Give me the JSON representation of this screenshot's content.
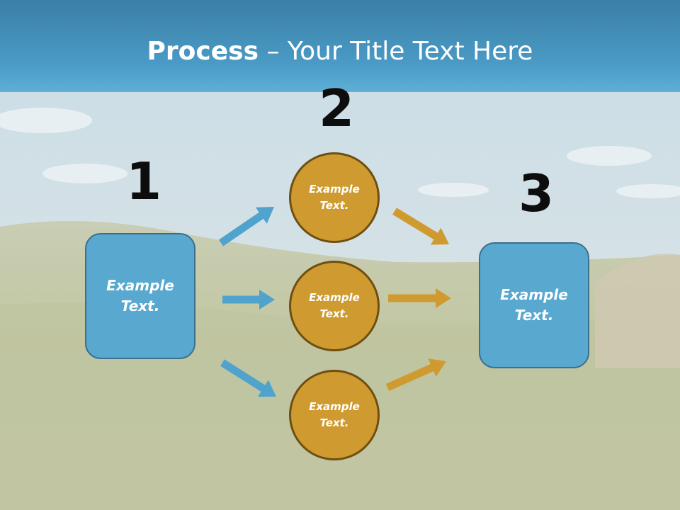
{
  "title": {
    "strong": "Process",
    "rest": " – Your Title Text Here"
  },
  "steps": {
    "one": {
      "number": "1",
      "box_text": "Example\nText."
    },
    "two": {
      "number": "2",
      "circles": [
        {
          "text": "Example\nText."
        },
        {
          "text": "Example\nText."
        },
        {
          "text": "Example\nText."
        }
      ]
    },
    "three": {
      "number": "3",
      "box_text": "Example\nText."
    }
  },
  "colors": {
    "header_blue": "#4a9bc6",
    "box_blue": "#58a8cf",
    "circle_gold": "#cf9b30",
    "arrow_blue": "#4fa3cd",
    "arrow_gold": "#cf9b30"
  }
}
